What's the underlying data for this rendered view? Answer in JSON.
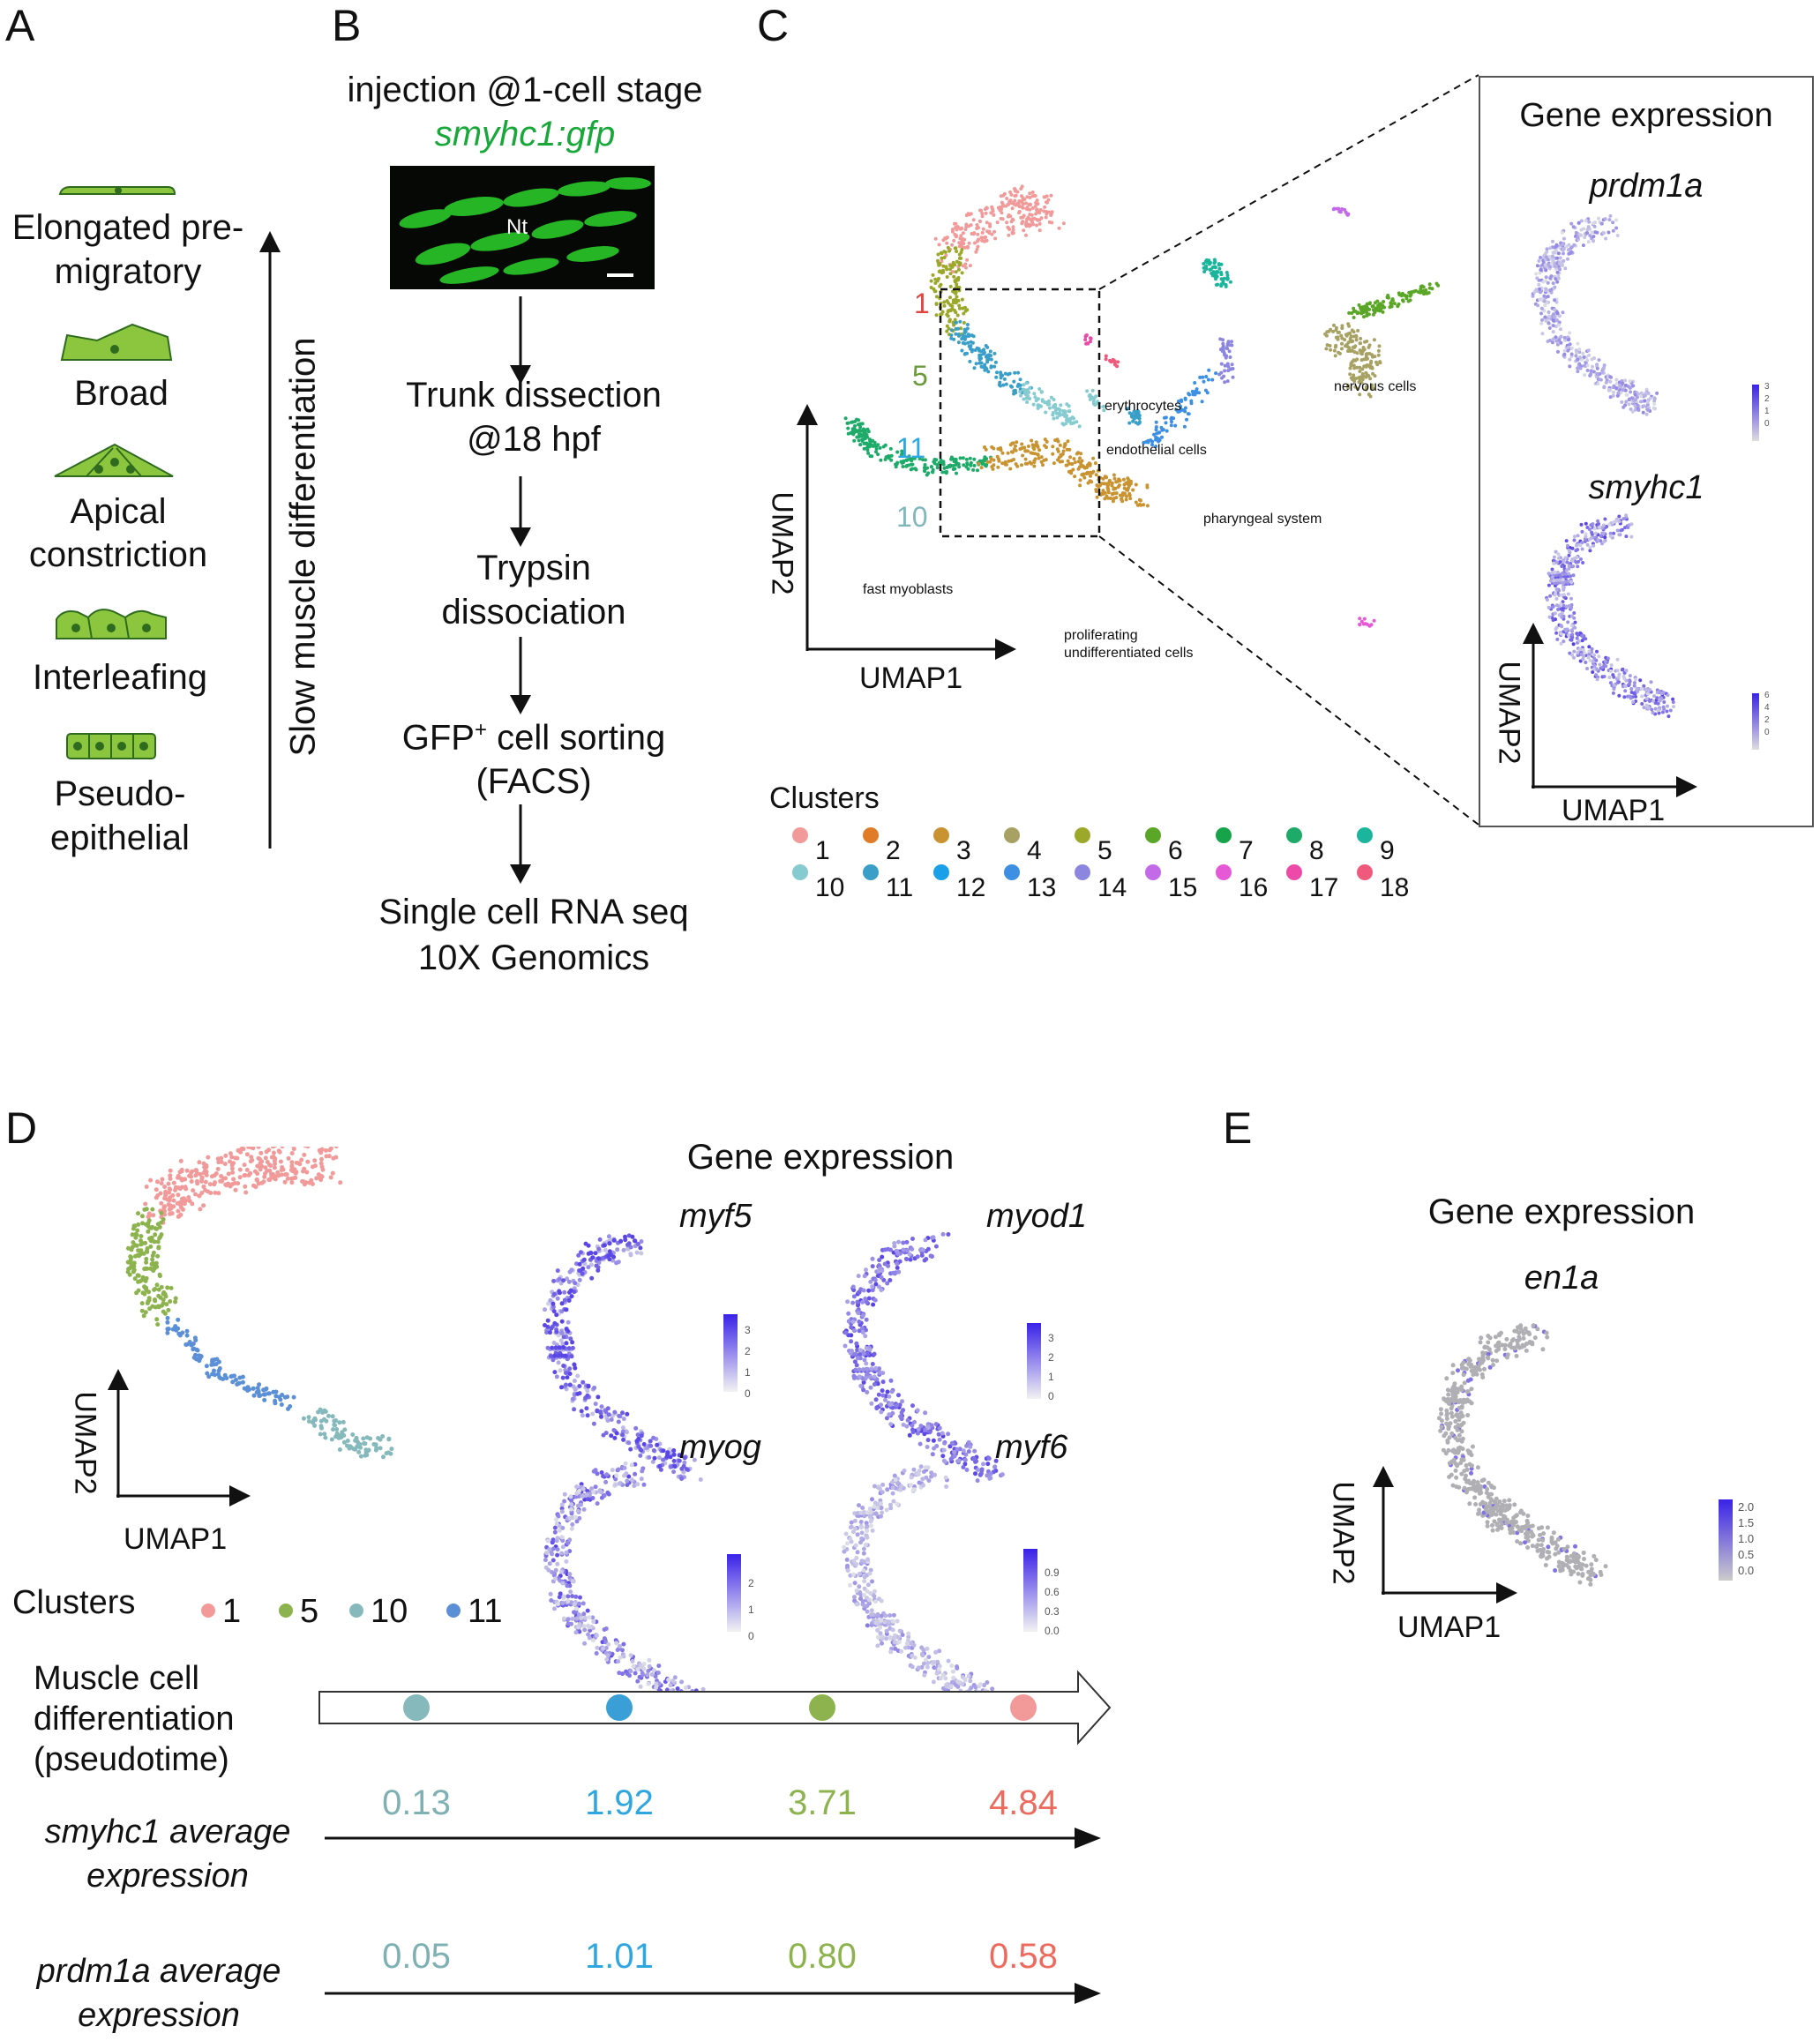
{
  "panels": {
    "a": "A",
    "b": "B",
    "c": "C",
    "d": "D",
    "e": "E"
  },
  "colors": {
    "cell_fill": "#8cc63f",
    "cell_stroke": "#2f6b1e",
    "gfp": "#18a83a",
    "c1": "#f29a9a",
    "c5": "#8db34f",
    "c10": "#86b9bb",
    "c11": "#3a9fd6",
    "c1_text": "#e0443e",
    "c10_text": "#7fb8bb",
    "c11_text": "#2ea7e0",
    "c5_text": "#6b9a3a",
    "expr": "#5540e0"
  },
  "panel_a": {
    "stages": [
      "Elongated pre-",
      "migratory",
      "Broad",
      "Apical",
      "constriction",
      "Interleafing",
      "Pseudo-",
      "epithelial"
    ],
    "axis_label": "Slow muscle differentiation"
  },
  "panel_b": {
    "line1": "injection @1-cell stage",
    "transgene": "smyhc1:gfp",
    "image_label": "Nt",
    "steps": [
      "Trunk dissection",
      "@18 hpf",
      "Trypsin",
      "dissociation",
      "cell sorting",
      "(FACS)",
      "Single cell RNA seq",
      "10X Genomics"
    ],
    "gfp": "GFP",
    "gfp_sup": "+"
  },
  "panel_c": {
    "umap1": "UMAP1",
    "umap2": "UMAP2",
    "cluster_labels": [
      "1",
      "5",
      "11",
      "10"
    ],
    "annotations": [
      "erythrocytes",
      "endothelial cells",
      "nervous cells",
      "pharyngeal system",
      "fast myoblasts",
      "proliferating",
      "undifferentiated cells"
    ],
    "clusters_title": "Clusters",
    "clusters": [
      {
        "n": "1",
        "color": "#f29a9a"
      },
      {
        "n": "2",
        "color": "#e07b28"
      },
      {
        "n": "3",
        "color": "#c89330"
      },
      {
        "n": "4",
        "color": "#a7a264"
      },
      {
        "n": "5",
        "color": "#9ba82a"
      },
      {
        "n": "6",
        "color": "#5aa626"
      },
      {
        "n": "7",
        "color": "#17a34a"
      },
      {
        "n": "8",
        "color": "#1eab6a"
      },
      {
        "n": "9",
        "color": "#1bb59c"
      },
      {
        "n": "10",
        "color": "#86cbcf"
      },
      {
        "n": "11",
        "color": "#3a9fc8"
      },
      {
        "n": "12",
        "color": "#1aa0e8"
      },
      {
        "n": "13",
        "color": "#3c8fe3"
      },
      {
        "n": "14",
        "color": "#8d86e0"
      },
      {
        "n": "15",
        "color": "#c36ae8"
      },
      {
        "n": "16",
        "color": "#e558d6"
      },
      {
        "n": "17",
        "color": "#ec4aa8"
      },
      {
        "n": "18",
        "color": "#ef5a7c"
      }
    ],
    "inset": {
      "title": "Gene expression",
      "genes": [
        "prdm1a",
        "smyhc1"
      ],
      "scale1": [
        "3",
        "2",
        "1",
        "0"
      ],
      "scale2": [
        "6",
        "4",
        "2",
        "0"
      ],
      "umap1": "UMAP1",
      "umap2": "UMAP2"
    }
  },
  "panel_d": {
    "umap1": "UMAP1",
    "umap2": "UMAP2",
    "title": "Gene expression",
    "genes": [
      "myf5",
      "myod1",
      "myog",
      "myf6"
    ],
    "scales": {
      "myf5": [
        "3",
        "2",
        "1",
        "0"
      ],
      "myod1": [
        "3",
        "2",
        "1",
        "0"
      ],
      "myog": [
        "2",
        "1",
        "0"
      ],
      "myf6": [
        "0.9",
        "0.6",
        "0.3",
        "0.0"
      ]
    },
    "clusters_title": "Clusters",
    "clusters": [
      {
        "n": "1",
        "color": "#f29a9a"
      },
      {
        "n": "5",
        "color": "#8db34f"
      },
      {
        "n": "10",
        "color": "#86b9bb"
      },
      {
        "n": "11",
        "color": "#5b8fd6"
      }
    ],
    "pseudotime_label": [
      "Muscle cell",
      "differentiation",
      "(pseudotime)"
    ],
    "smyhc1_label": [
      "smyhc1 average",
      "expression"
    ],
    "prdm1a_label": [
      "prdm1a average",
      "expression"
    ],
    "pseudotime_dots": [
      "#86b9bb",
      "#3a9fd6",
      "#8db34f",
      "#f29a9a"
    ],
    "smyhc1_values": [
      "0.13",
      "1.92",
      "3.71",
      "4.84"
    ],
    "prdm1a_values": [
      "0.05",
      "1.01",
      "0.80",
      "0.58"
    ],
    "value_colors": [
      "#7fb0b3",
      "#2ea7e0",
      "#8db34f",
      "#ec6b5e"
    ]
  },
  "panel_e": {
    "title": "Gene expression",
    "gene": "en1a",
    "scale": [
      "2.0",
      "1.5",
      "1.0",
      "0.5",
      "0.0"
    ],
    "umap1": "UMAP1",
    "umap2": "UMAP2"
  }
}
